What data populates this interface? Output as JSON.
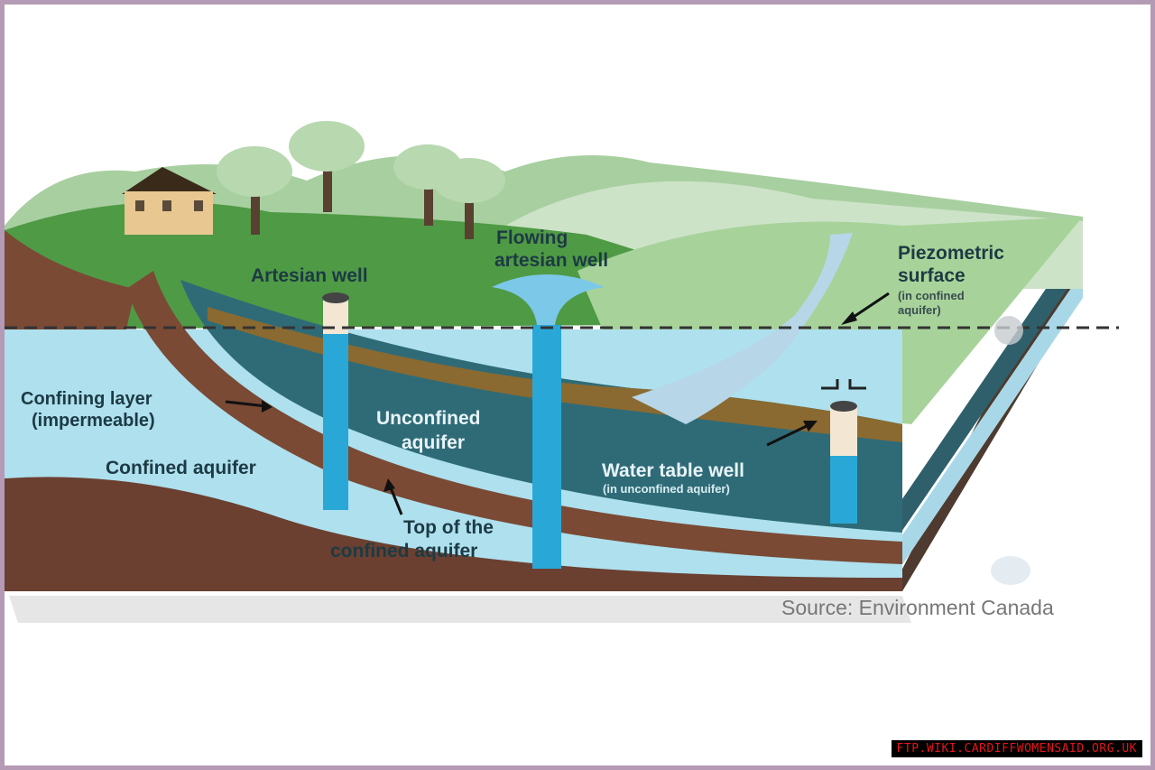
{
  "labels": {
    "artesian_well": "Artesian well",
    "flowing_artesian_well_line1": "Flowing",
    "flowing_artesian_well_line2": "artesian well",
    "piezometric_line1": "Piezometric",
    "piezometric_line2": "surface",
    "piezometric_note_line1": "(in confined",
    "piezometric_note_line2": "aquifer)",
    "confining_layer_line1": "Confining layer",
    "confining_layer_line2": "(impermeable)",
    "confined_aquifer": "Confined aquifer",
    "unconfined_aquifer_line1": "Unconfined",
    "unconfined_aquifer_line2": "aquifer",
    "water_table_well": "Water table well",
    "water_table_well_note": "(in unconfined aquifer)",
    "top_confined_line1": "Top of the",
    "top_confined_line2": "confined aquifer"
  },
  "source": "Source: Environment Canada",
  "watermark": "FTP.WIKI.CARDIFFWOMENSAID.ORG.UK"
}
